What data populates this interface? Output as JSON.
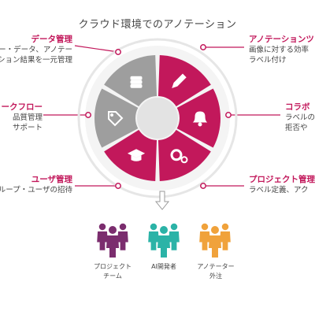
{
  "title": "クラウド環境でのアノテーション",
  "colors": {
    "magenta": "#c2185b",
    "gray": "#9e9e9e",
    "ring": "#e8e8e8",
    "purple": "#7b2d6e",
    "teal": "#2bb3a7",
    "orange": "#f0a23b"
  },
  "left_items": [
    {
      "name": "data-management",
      "heading": "データ管理",
      "lines": [
        "ー・データ、アノテー",
        "ション結果を一元管理"
      ],
      "icon": "database-icon"
    },
    {
      "name": "workflow",
      "heading": "ークフロー",
      "lines": [
        "品質管理",
        "サポート"
      ],
      "icon": "tag-icon"
    },
    {
      "name": "user-management",
      "heading": "ユーザ管理",
      "lines": [
        "ループ・ユーザの招待"
      ],
      "icon": "graduation-cap-icon"
    }
  ],
  "right_items": [
    {
      "name": "annotation-tools",
      "heading": "アノテーションツ",
      "lines": [
        "画像に対する効率",
        "ラベル付け"
      ],
      "icon": "pencil-icon"
    },
    {
      "name": "collaboration",
      "heading": "コラボ",
      "lines": [
        "ラベルの",
        "拒否や"
      ],
      "icon": "bell-icon"
    },
    {
      "name": "project-management",
      "heading": "プロジェクト管理",
      "lines": [
        "ラベル定義、アク"
      ],
      "icon": "gears-icon"
    }
  ],
  "teams": [
    {
      "name": "project-team",
      "lines": [
        "プロジェクト",
        "チーム"
      ],
      "color": "#7b2d6e"
    },
    {
      "name": "ai-developers",
      "lines": [
        "AI開発者"
      ],
      "color": "#2bb3a7"
    },
    {
      "name": "external-annotators",
      "lines": [
        "アノテーター",
        "外注"
      ],
      "color": "#f0a23b"
    }
  ]
}
